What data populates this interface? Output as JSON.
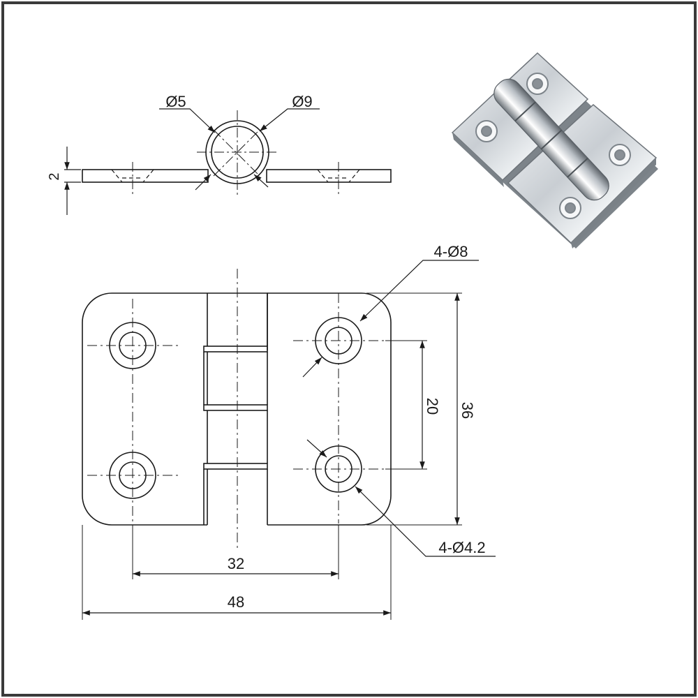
{
  "side_view": {
    "thickness_label": "2",
    "pin_dia_label": "Ø5",
    "knuckle_dia_label": "Ø9"
  },
  "front_view": {
    "hole_pitch_x_label": "32",
    "overall_width_label": "48",
    "hole_pitch_y_label": "20",
    "overall_height_label": "36",
    "countersink_callout": "4-Ø8",
    "hole_callout": "4-Ø4.2"
  },
  "photo": {
    "description_icon": "stainless-hinge-photo-icon"
  },
  "colors": {
    "line": "#1a1a1a",
    "frame": "#3a3a3a",
    "metal_light": "#e6e9ec",
    "metal_dark": "#8c9298"
  }
}
